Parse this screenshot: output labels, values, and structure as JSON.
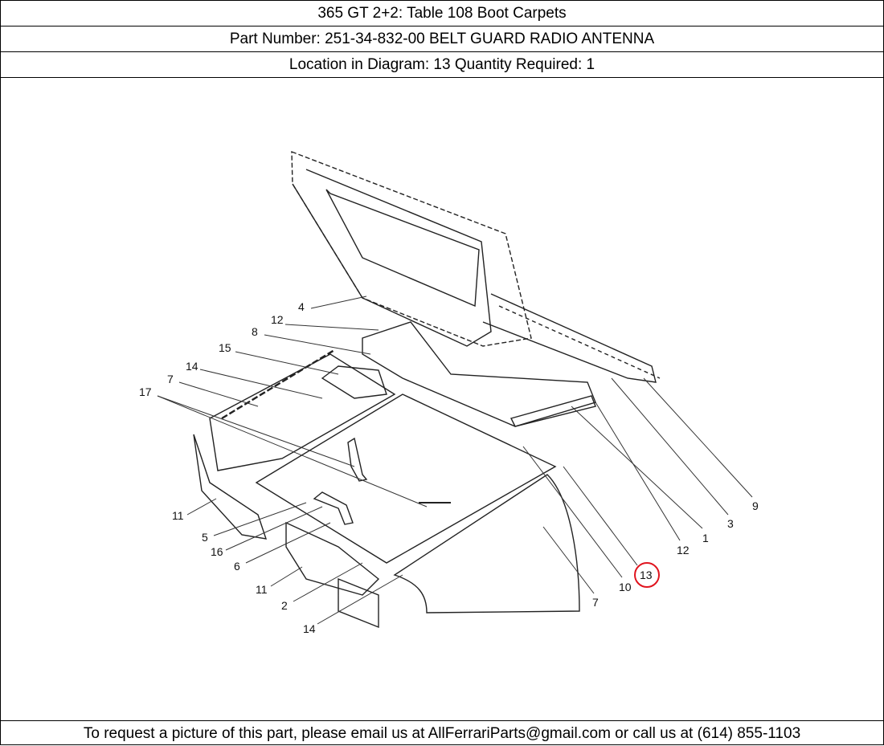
{
  "header": {
    "title": "365 GT 2+2:   Table 108 Boot Carpets",
    "part_line": "Part Number: 251-34-832-00   BELT GUARD RADIO ANTENNA",
    "location_line": "Location in Diagram: 13   Quantity Required: 1"
  },
  "diagram": {
    "callouts": [
      "4",
      "12",
      "8",
      "15",
      "14",
      "7",
      "17",
      "11",
      "5",
      "16",
      "6",
      "11",
      "2",
      "14",
      "7",
      "10",
      "13",
      "12",
      "1",
      "3",
      "9"
    ],
    "highlighted_callout": "13",
    "highlight_color": "#e0141e"
  },
  "footer": {
    "text": "To request a picture of this part, please email us at AllFerrariParts@gmail.com or call us at (614) 855-1103"
  }
}
